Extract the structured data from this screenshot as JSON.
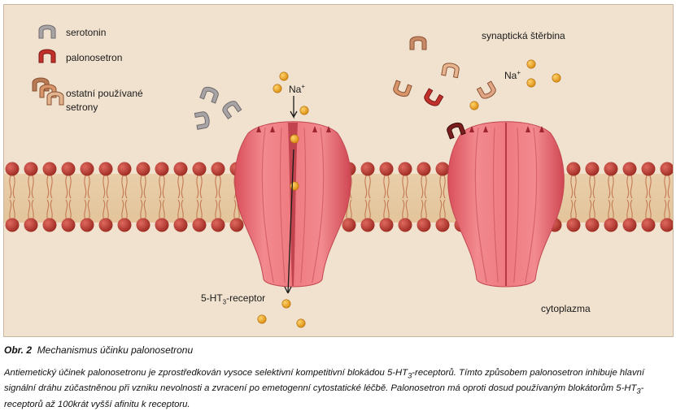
{
  "legend": {
    "serotonin": "serotonin",
    "palonosetron": "palonosetron",
    "other_setrons_line1": "ostatní používané",
    "other_setrons_line2": "setrony"
  },
  "labels": {
    "synaptic_cleft": "synaptická štěrbina",
    "sodium_left": "Na",
    "sodium_right": "Na",
    "sodium_charge": "+",
    "receptor_prefix": "5-HT",
    "receptor_sub": "3",
    "receptor_suffix": "-receptor",
    "cytoplasm": "cytoplazma"
  },
  "caption": {
    "number": "Obr. 2",
    "title": "Mechanismus účinku palonosetronu",
    "body": [
      "Antiemetický účinek palonosetronu je zprostředkován vysoce selektivní kompetitivní blokádou 5-HT",
      "3",
      "-receptorů. Tímto způsobem palonosetron inhibuje hlavní signální dráhu zúčastněnou při vzniku nevolnosti a zvracení po emetogenní cytostatické léčbě. Palonosetron má oproti dosud používaným blokátorům 5-HT",
      "3",
      "-receptorů až 100krát vyšší afinitu k receptoru."
    ]
  },
  "colors": {
    "background": "#f1e2cf",
    "receptor": "#e8727a",
    "lipid_head": "#b83a30",
    "sodium_ion": "#f2a622",
    "serotonin": "#9a9698",
    "palonosetron": "#b52a25"
  }
}
